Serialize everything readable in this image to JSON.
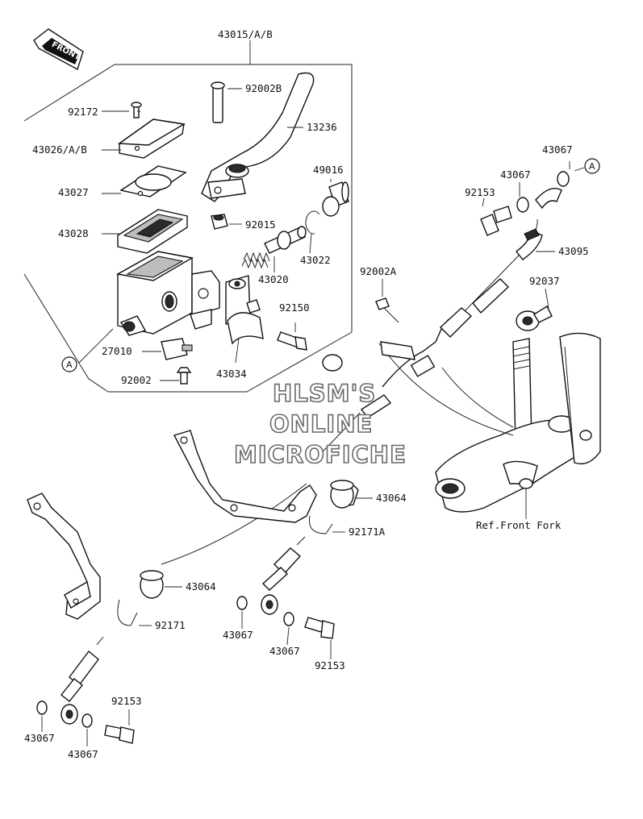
{
  "front_label": "FRONT",
  "ref_label": "Ref.Front Fork",
  "watermark": [
    "HLSM'S",
    "ONLINE",
    "MICROFICHE"
  ],
  "connector_label": "A",
  "part_numbers": {
    "p43015": "43015/A/B",
    "p92002B": "92002B",
    "p92172": "92172",
    "p13236": "13236",
    "p43026": "43026/A/B",
    "p43067_a": "43067",
    "p43067_b": "43067",
    "p49016": "49016",
    "p43027": "43027",
    "p92153_a": "92153",
    "p92015": "92015",
    "p43028": "43028",
    "p43022": "43022",
    "p43095": "43095",
    "p92002A": "92002A",
    "p43020": "43020",
    "p92037": "92037",
    "p92150": "92150",
    "p27010": "27010",
    "p43034": "43034",
    "p92002": "92002",
    "p43064_a": "43064",
    "p92171A": "92171A",
    "p43064_b": "43064",
    "p92171": "92171",
    "p43067_c": "43067",
    "p43067_d": "43067",
    "p92153_b": "92153",
    "p92153_c": "92153",
    "p43067_e": "43067",
    "p43067_f": "43067"
  }
}
